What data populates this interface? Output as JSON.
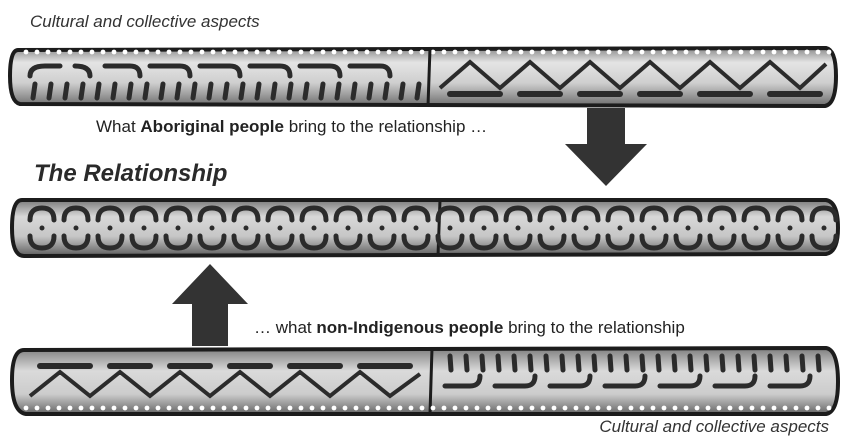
{
  "top_caption": "Cultural and collective aspects",
  "bottom_caption": "Cultural and collective aspects",
  "title": "The Relationship",
  "aboriginal_line": {
    "prefix": "What ",
    "bold": "Aboriginal people",
    "suffix": " bring to the relationship …"
  },
  "non_indigenous_line": {
    "prefix": "… what ",
    "bold": "non-Indigenous people",
    "suffix": " bring to the relationship"
  },
  "colors": {
    "stick_fill": "#d6d6d6",
    "stick_outline": "#1c1c1c",
    "pattern": "#2b2b2b",
    "arrow": "#333333"
  },
  "icons": {
    "down_arrow": "arrow-down-icon",
    "up_arrow": "arrow-up-icon"
  }
}
